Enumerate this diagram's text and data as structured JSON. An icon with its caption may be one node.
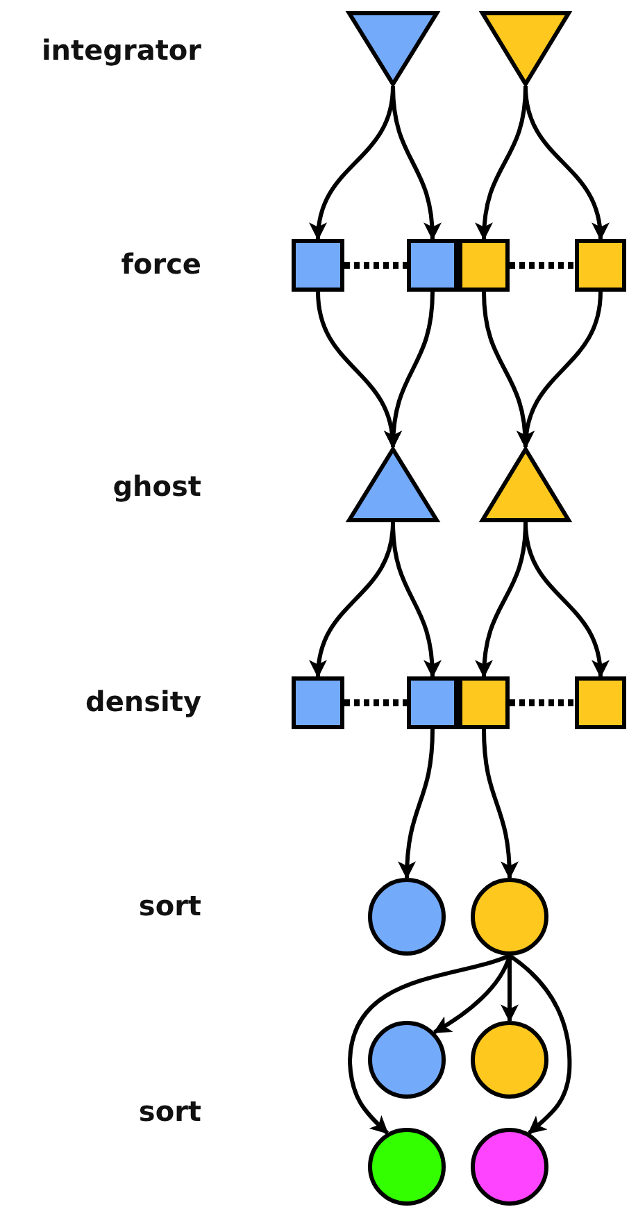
{
  "diagram": {
    "nodes": [
      {
        "text": [],
        "shape": "triangle"
      },
      {
        "text": [],
        "shape": "triangle"
      },
      {
        "text": [],
        "shape": "box"
      },
      {
        "text": [],
        "shape": "box"
      },
      {
        "text": [],
        "shape": "box"
      },
      {
        "text": [],
        "shape": "box"
      },
      {
        "text": [],
        "shape": "triangle"
      },
      {
        "text": [],
        "shape": "triangle"
      },
      {
        "text": [],
        "shape": "box"
      },
      {
        "text": [],
        "shape": "box"
      },
      {
        "text": [],
        "shape": "box"
      },
      {
        "text": [],
        "shape": "box"
      },
      {
        "text": [],
        "shape": "circle"
      },
      {
        "text": [],
        "shape": "circle"
      },
      {
        "text": [],
        "shape": "circle"
      },
      {
        "text": [],
        "shape": "circle"
      },
      {
        "text": [],
        "shape": "circle"
      },
      {
        "text": [],
        "shape": "circle"
      }
    ],
    "edges": [
      {
        "from": 0,
        "to": 2,
        "arrow": "to"
      },
      {
        "from": 0,
        "to": 3,
        "arrow": "to"
      },
      {
        "from": 1,
        "to": 4,
        "arrow": "to"
      },
      {
        "from": 1,
        "to": 5,
        "arrow": "to"
      },
      {
        "from": 2,
        "to": 3,
        "arrow": "none",
        "style": "dashed"
      },
      {
        "from": 4,
        "to": 5,
        "arrow": "none",
        "style": "dashed"
      },
      {
        "from": 2,
        "to": 6,
        "arrow": "to"
      },
      {
        "from": 3,
        "to": 6,
        "arrow": "to"
      },
      {
        "from": 4,
        "to": 7,
        "arrow": "to"
      },
      {
        "from": 5,
        "to": 7,
        "arrow": "to"
      },
      {
        "from": 6,
        "to": 8,
        "arrow": "to"
      },
      {
        "from": 6,
        "to": 9,
        "arrow": "to"
      },
      {
        "from": 7,
        "to": 10,
        "arrow": "to"
      },
      {
        "from": 7,
        "to": 11,
        "arrow": "to"
      },
      {
        "from": 8,
        "to": 9,
        "arrow": "none",
        "style": "dashed"
      },
      {
        "from": 10,
        "to": 11,
        "arrow": "none",
        "style": "dashed"
      },
      {
        "from": 9,
        "to": 12,
        "arrow": "to"
      },
      {
        "from": 10,
        "to": 13,
        "arrow": "to"
      },
      {
        "from": 13,
        "to": 14,
        "arrow": "to"
      },
      {
        "from": 13,
        "to": 15,
        "arrow": "to"
      },
      {
        "from": 13,
        "to": 16,
        "arrow": "to"
      },
      {
        "from": 13,
        "to": 17,
        "arrow": "to"
      }
    ],
    "labels": [
      "integrator",
      "force",
      "ghost",
      "density",
      "sort",
      "sort"
    ]
  }
}
